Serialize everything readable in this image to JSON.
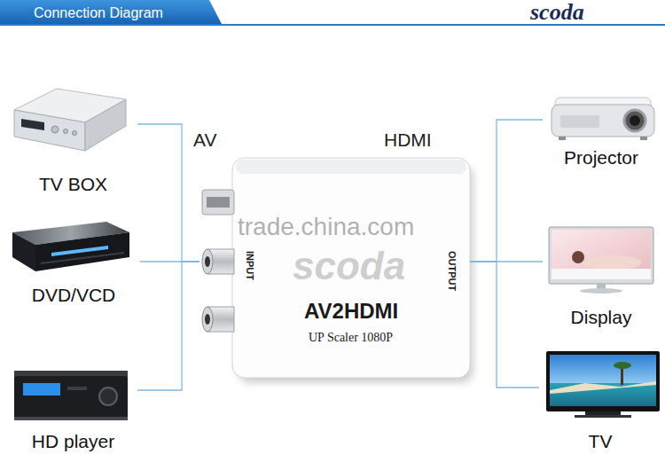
{
  "diagram": {
    "title": "Connection Diagram",
    "nodes": [
      {
        "text": [
          "TV BOX"
        ]
      },
      {
        "text": [
          "DVD/VCD"
        ]
      },
      {
        "text": [
          "HD player"
        ]
      },
      {
        "text": [
          "INPUT",
          "OUTPUT",
          "AV2HDMI",
          "UP Scaler 1080P"
        ]
      },
      {
        "text": [
          "Projector"
        ]
      },
      {
        "text": [
          "Display"
        ]
      },
      {
        "text": [
          "TV"
        ]
      }
    ],
    "edges": [
      {
        "from": 0,
        "to": 3,
        "arrow": "none"
      },
      {
        "from": 1,
        "to": 3,
        "arrow": "none"
      },
      {
        "from": 2,
        "to": 3,
        "arrow": "none"
      },
      {
        "from": 3,
        "to": 4,
        "arrow": "none"
      },
      {
        "from": 3,
        "to": 5,
        "arrow": "none"
      },
      {
        "from": 3,
        "to": 6,
        "arrow": "none"
      }
    ],
    "labels": [
      "scoda",
      "AV",
      "HDMI",
      "trade.china.com",
      "scoda"
    ]
  }
}
